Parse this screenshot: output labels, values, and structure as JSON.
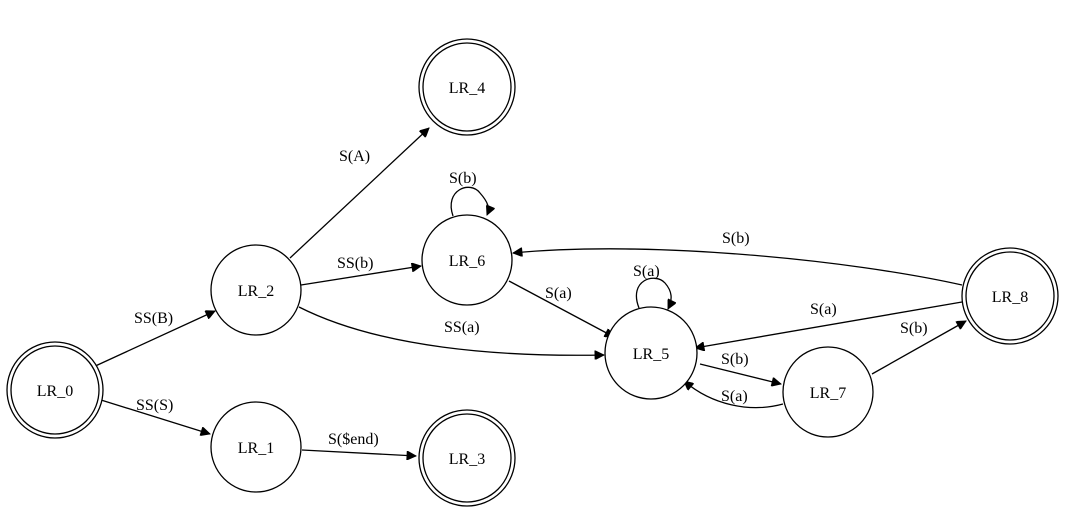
{
  "diagram": {
    "type": "state-machine",
    "nodes": [
      {
        "id": "LR_0",
        "label": "LR_0",
        "accepting": true
      },
      {
        "id": "LR_1",
        "label": "LR_1",
        "accepting": false
      },
      {
        "id": "LR_2",
        "label": "LR_2",
        "accepting": false
      },
      {
        "id": "LR_3",
        "label": "LR_3",
        "accepting": true
      },
      {
        "id": "LR_4",
        "label": "LR_4",
        "accepting": true
      },
      {
        "id": "LR_5",
        "label": "LR_5",
        "accepting": false
      },
      {
        "id": "LR_6",
        "label": "LR_6",
        "accepting": false
      },
      {
        "id": "LR_7",
        "label": "LR_7",
        "accepting": false
      },
      {
        "id": "LR_8",
        "label": "LR_8",
        "accepting": true
      }
    ],
    "edges": [
      {
        "from": "LR_0",
        "to": "LR_2",
        "label": "SS(B)"
      },
      {
        "from": "LR_0",
        "to": "LR_1",
        "label": "SS(S)"
      },
      {
        "from": "LR_1",
        "to": "LR_3",
        "label": "S($end)"
      },
      {
        "from": "LR_2",
        "to": "LR_4",
        "label": "S(A)"
      },
      {
        "from": "LR_2",
        "to": "LR_6",
        "label": "SS(b)"
      },
      {
        "from": "LR_2",
        "to": "LR_5",
        "label": "SS(a)"
      },
      {
        "from": "LR_6",
        "to": "LR_6",
        "label": "S(b)"
      },
      {
        "from": "LR_6",
        "to": "LR_5",
        "label": "S(a)"
      },
      {
        "from": "LR_5",
        "to": "LR_5",
        "label": "S(a)"
      },
      {
        "from": "LR_5",
        "to": "LR_7",
        "label": "S(b)"
      },
      {
        "from": "LR_7",
        "to": "LR_5",
        "label": "S(a)"
      },
      {
        "from": "LR_7",
        "to": "LR_8",
        "label": "S(b)"
      },
      {
        "from": "LR_8",
        "to": "LR_5",
        "label": "S(a)"
      },
      {
        "from": "LR_8",
        "to": "LR_6",
        "label": "S(b)"
      }
    ]
  }
}
